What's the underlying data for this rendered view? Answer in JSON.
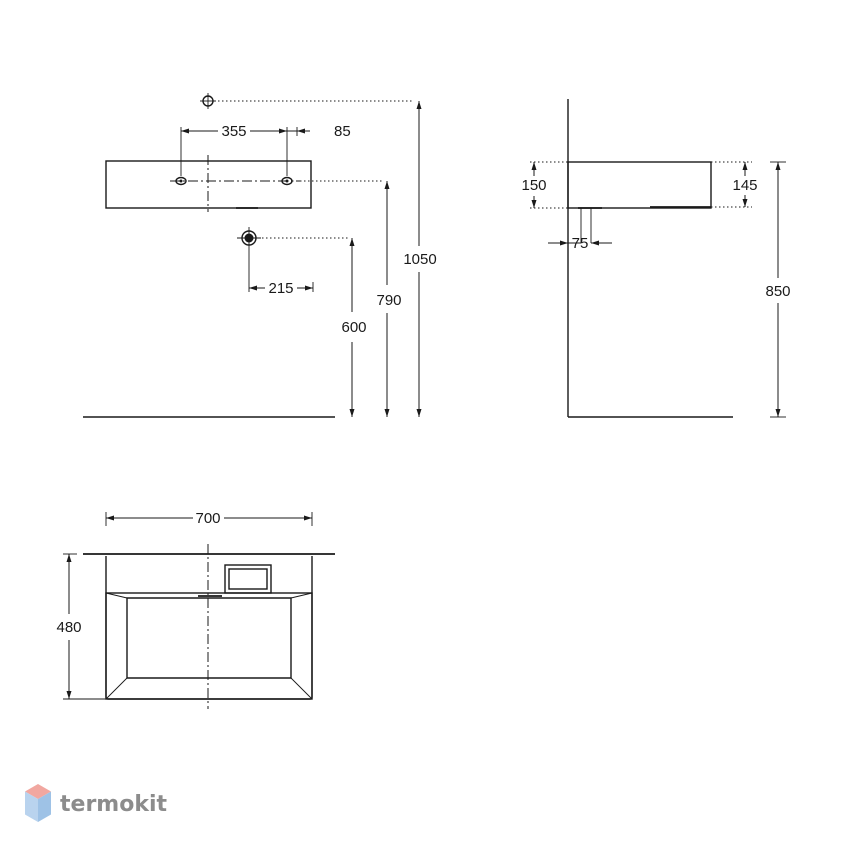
{
  "dimensions": {
    "outlet_spacing": "355",
    "outlet_offset": "85",
    "drain_offset": "215",
    "drain_height": "600",
    "outlet_height": "790",
    "supply_height": "1050",
    "basin_depth_left": "150",
    "basin_depth_right": "145",
    "drain_setback": "75",
    "rim_height": "850",
    "width": "700",
    "projection": "480"
  },
  "brand": {
    "name": "termokit",
    "colors": {
      "text": "#8c8c8c",
      "top": "#f1a7a0",
      "left": "#b9d3ee",
      "right": "#9ec2e6"
    }
  }
}
